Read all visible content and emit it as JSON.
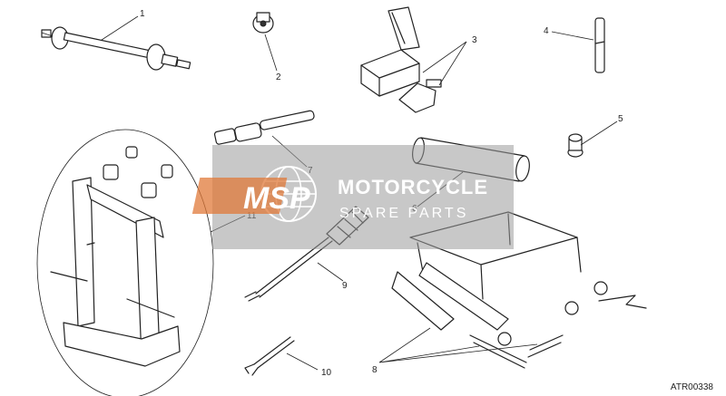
{
  "callouts": [
    "1",
    "2",
    "3",
    "4",
    "5",
    "6",
    "7",
    "8",
    "9",
    "10",
    "11"
  ],
  "reference_code": "ATR00338",
  "watermark": {
    "logo": "MSP",
    "title": "MOTORCYCLE",
    "subtitle": "SPARE PARTS",
    "color": "#9a9a9a",
    "accent": "#e07a3a"
  }
}
